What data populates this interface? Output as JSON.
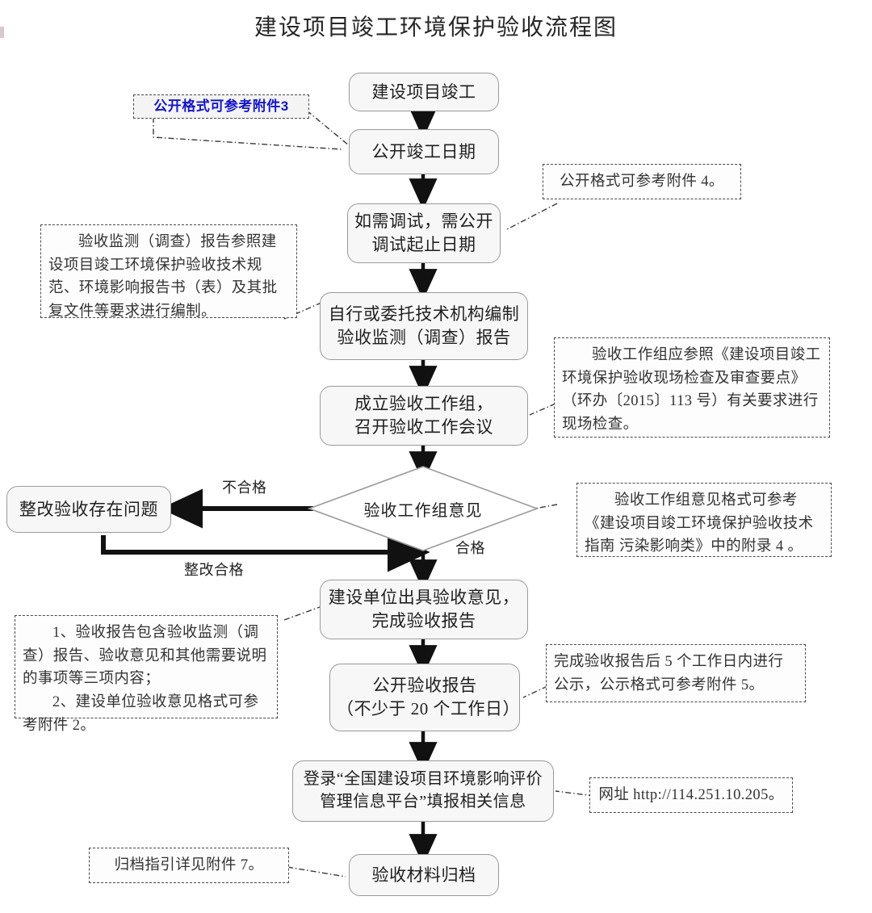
{
  "page": {
    "title": "建设项目竣工环境保护验收流程图",
    "bg_color": "#ffffff",
    "node_fill": "#f7f7f7",
    "node_border": "#9a9a9a",
    "note_border": "#4a4a4a",
    "accent_blue": "#1414c8"
  },
  "nodes": {
    "n1": {
      "line1": "建设项目竣工"
    },
    "n2": {
      "line1": "公开竣工日期"
    },
    "n3": {
      "line1": "如需调试，需公开",
      "line2": "调试起止日期"
    },
    "n4": {
      "line1": "自行或委托技术机构编制",
      "line2": "验收监测（调查）报告"
    },
    "n5": {
      "line1": "成立验收工作组，",
      "line2": "召开验收工作会议"
    },
    "n6": {
      "line1": "验收工作组意见"
    },
    "n7": {
      "line1": "整改验收存在问题"
    },
    "n8": {
      "line1": "建设单位出具验收意见，",
      "line2": "完成验收报告"
    },
    "n9": {
      "line1": "公开验收报告",
      "line2": "（不少于 20 个工作日）"
    },
    "n10": {
      "line1": "登录“全国建设项目环境影响评价",
      "line2": "管理信息平台”填报相关信息"
    },
    "n11": {
      "line1": "验收材料归档"
    }
  },
  "edge_labels": {
    "fail": "不合格",
    "pass": "合格",
    "rectified": "整改合格"
  },
  "notes": {
    "note_attach3": {
      "text": "公开格式可参考附件3"
    },
    "note_attach4": {
      "text": "公开格式可参考附件 4。"
    },
    "note_report_spec": {
      "text": "验收监测（调查）报告参照建设项目竣工环境保护验收技术规范、环境影响报告书（表）及其批复文件等要求进行编制。"
    },
    "note_workgroup_check": {
      "text": "验收工作组应参照《建设项目竣工环境保护验收现场检查及审查要点》（环办〔2015〕113 号）有关要求进行现场检查。"
    },
    "note_opinion_format": {
      "text": "验收工作组意见格式可参考《建设项目竣工环境保护验收技术指南 污染影响类》中的附录 4 。"
    },
    "note_report_content": {
      "line1": "1、验收报告包含验收监测（调查）报告、验收意见和其他需要说明的事项等三项内容；",
      "line2": "2、建设单位验收意见格式可参考附件 2。"
    },
    "note_publicity_5days": {
      "text": "完成验收报告后 5 个工作日内进行公示，公示格式可参考附件 5。"
    },
    "note_url": {
      "text": "网址 http://114.251.10.205。"
    },
    "note_archive": {
      "text": "归档指引详见附件 7。"
    }
  }
}
